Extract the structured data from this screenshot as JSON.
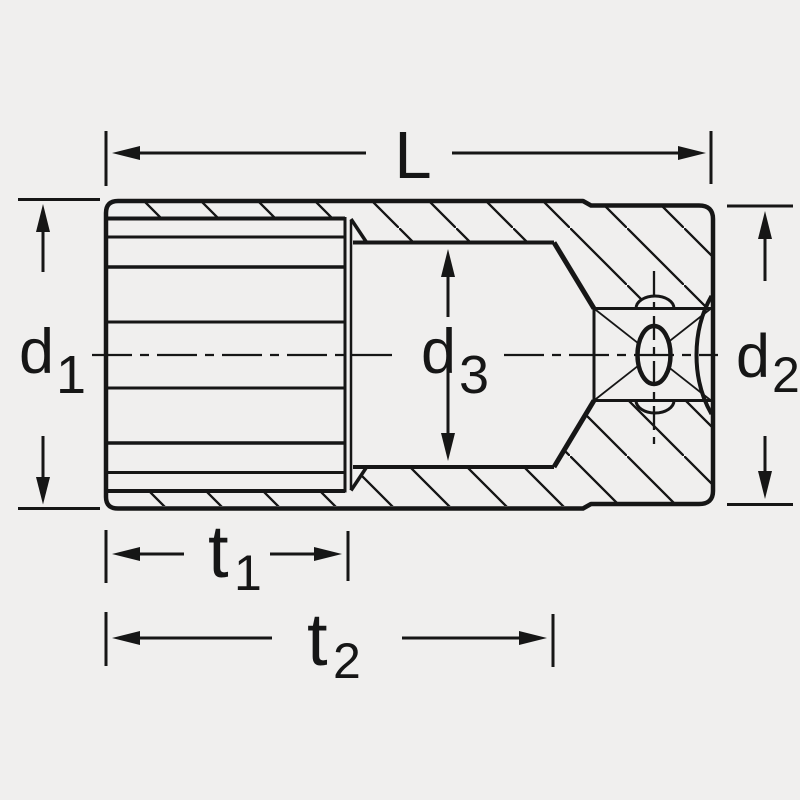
{
  "drawing": {
    "colors": {
      "background": "#f0efee",
      "ink": "#161616"
    },
    "labels": {
      "length": {
        "base": "L"
      },
      "d1": {
        "base": "d",
        "sub": "1"
      },
      "d2": {
        "base": "d",
        "sub": "2"
      },
      "d3": {
        "base": "d",
        "sub": "3"
      },
      "t1": {
        "base": "t",
        "sub": "1"
      },
      "t2": {
        "base": "t",
        "sub": "2"
      }
    }
  }
}
